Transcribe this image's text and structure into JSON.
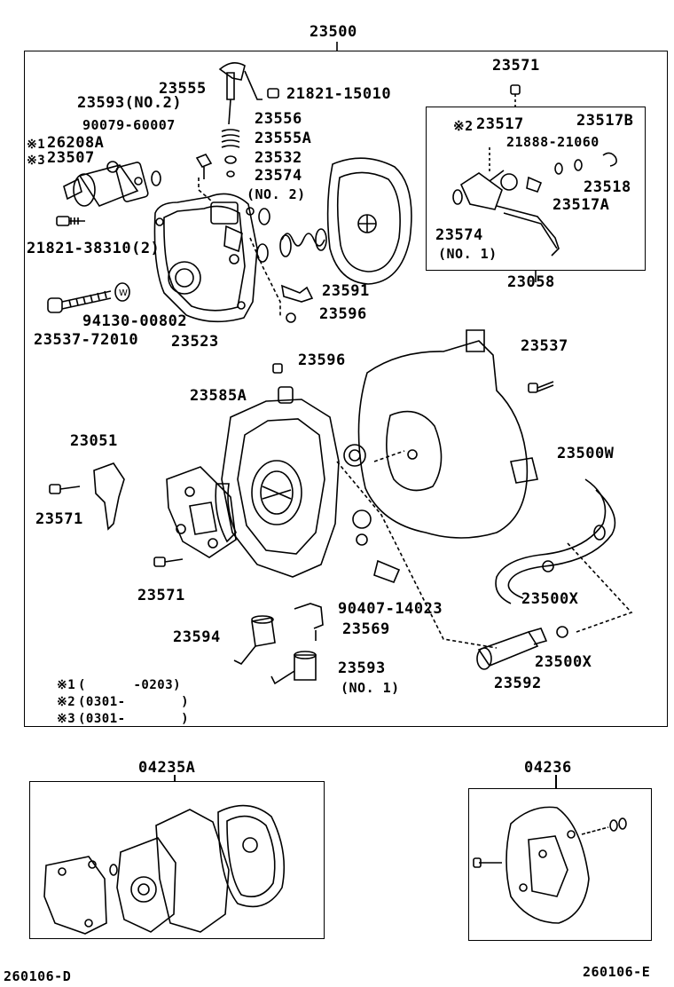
{
  "assembly": "23500",
  "groups": {
    "main": "23500",
    "subassembly": "23058",
    "kit_a": "04235A",
    "kit_b": "04236"
  },
  "parts": {
    "p23571_top": "23571",
    "p23517": "23517",
    "p23517_mark": "※2",
    "p23517B": "23517B",
    "p21888": "21888-21060",
    "p23518": "23518",
    "p23517A": "23517A",
    "p23574_no1": "23574",
    "p23574_no1_sub": "(NO. 1)",
    "p23555": "23555",
    "p21821_15010": "21821-15010",
    "p23593_no2": "23593(NO.2)",
    "p90079": "90079-60007",
    "p23556": "23556",
    "p26208A": "26208A",
    "p26208A_mark": "※1",
    "p23555A": "23555A",
    "p23507": "23507",
    "p23507_mark": "※3",
    "p23532": "23532",
    "p23574_no2": "23574",
    "p23574_no2_sub": "(NO. 2)",
    "p21821_38310": "21821-38310(2)",
    "p23591": "23591",
    "p94130": "94130-00802",
    "p23596_a": "23596",
    "p23537_72010": "23537-72010",
    "p23523": "23523",
    "p23596_b": "23596",
    "p23537": "23537",
    "p23585A": "23585A",
    "p23051": "23051",
    "p23500W": "23500W",
    "p23571_left": "23571",
    "p23571_bottom": "23571",
    "p23500X_a": "23500X",
    "p90407": "90407-14023",
    "p23569": "23569",
    "p23594": "23594",
    "p23593_no1": "23593",
    "p23593_no1_sub": "(NO. 1)",
    "p23500X_b": "23500X",
    "p23592": "23592"
  },
  "notes": [
    {
      "mark": "※1",
      "text": "(      -0203)"
    },
    {
      "mark": "※2",
      "text": "(0301-       )"
    },
    {
      "mark": "※3",
      "text": "(0301-       )"
    }
  ],
  "footer": {
    "left_code": "260106-D",
    "right_code": "260106-E"
  }
}
